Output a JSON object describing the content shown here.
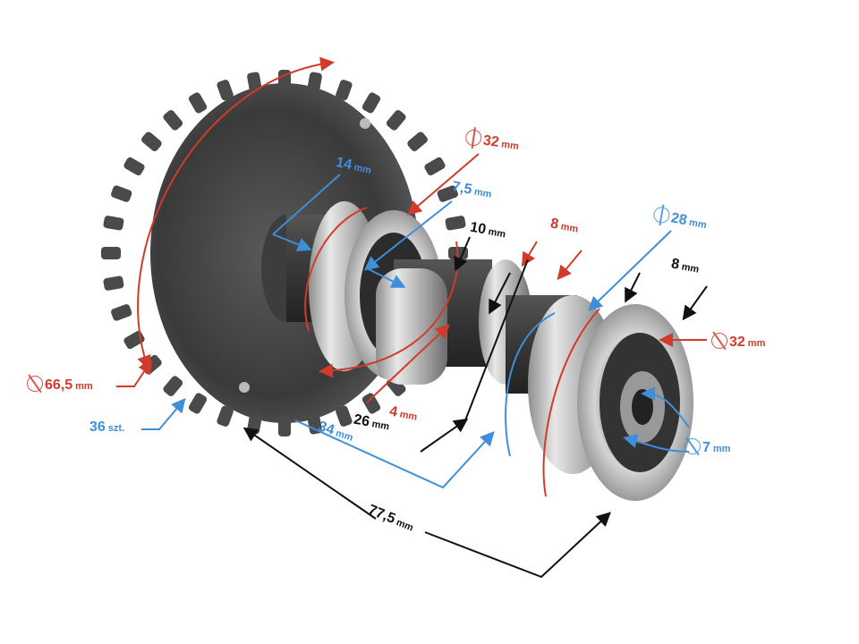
{
  "diagram": {
    "subject": "camshaft-with-sprocket-and-bearings",
    "colors": {
      "red": "#d23a2c",
      "blue": "#3f8fd8",
      "black": "#111111",
      "background": "#ffffff"
    },
    "labels": {
      "sprocket_diameter": {
        "value": "66,5",
        "unit": "mm",
        "symbol": "diameter",
        "color": "red"
      },
      "sprocket_teeth": {
        "value": "36",
        "unit": "szt.",
        "color": "blue"
      },
      "bearing1_outer_diameter": {
        "value": "32",
        "unit": "mm",
        "symbol": "diameter",
        "color": "red"
      },
      "bearing1_width": {
        "value": "14",
        "unit": "mm",
        "color": "blue"
      },
      "bearing1_inner": {
        "value": "7,5",
        "unit": "mm",
        "color": "blue"
      },
      "cam_width": {
        "value": "10",
        "unit": "mm",
        "color": "black"
      },
      "lobe_width": {
        "value": "8",
        "unit": "mm",
        "color": "red"
      },
      "bearing2_diameter": {
        "value": "28",
        "unit": "mm",
        "symbol": "diameter",
        "color": "blue"
      },
      "bearing2_width": {
        "value": "8",
        "unit": "mm",
        "color": "black"
      },
      "bearing2_outer_diameter": {
        "value": "32",
        "unit": "mm",
        "symbol": "diameter",
        "color": "red"
      },
      "lobe_height": {
        "value": "4",
        "unit": "mm",
        "color": "red"
      },
      "cam_offset": {
        "value": "26",
        "unit": "mm",
        "color": "black"
      },
      "shaft_segment": {
        "value": "34",
        "unit": "mm",
        "color": "blue"
      },
      "bore_diameter": {
        "value": "7",
        "unit": "mm",
        "symbol": "diameter",
        "color": "blue"
      },
      "total_length": {
        "value": "77,5",
        "unit": "mm",
        "color": "black"
      }
    }
  }
}
